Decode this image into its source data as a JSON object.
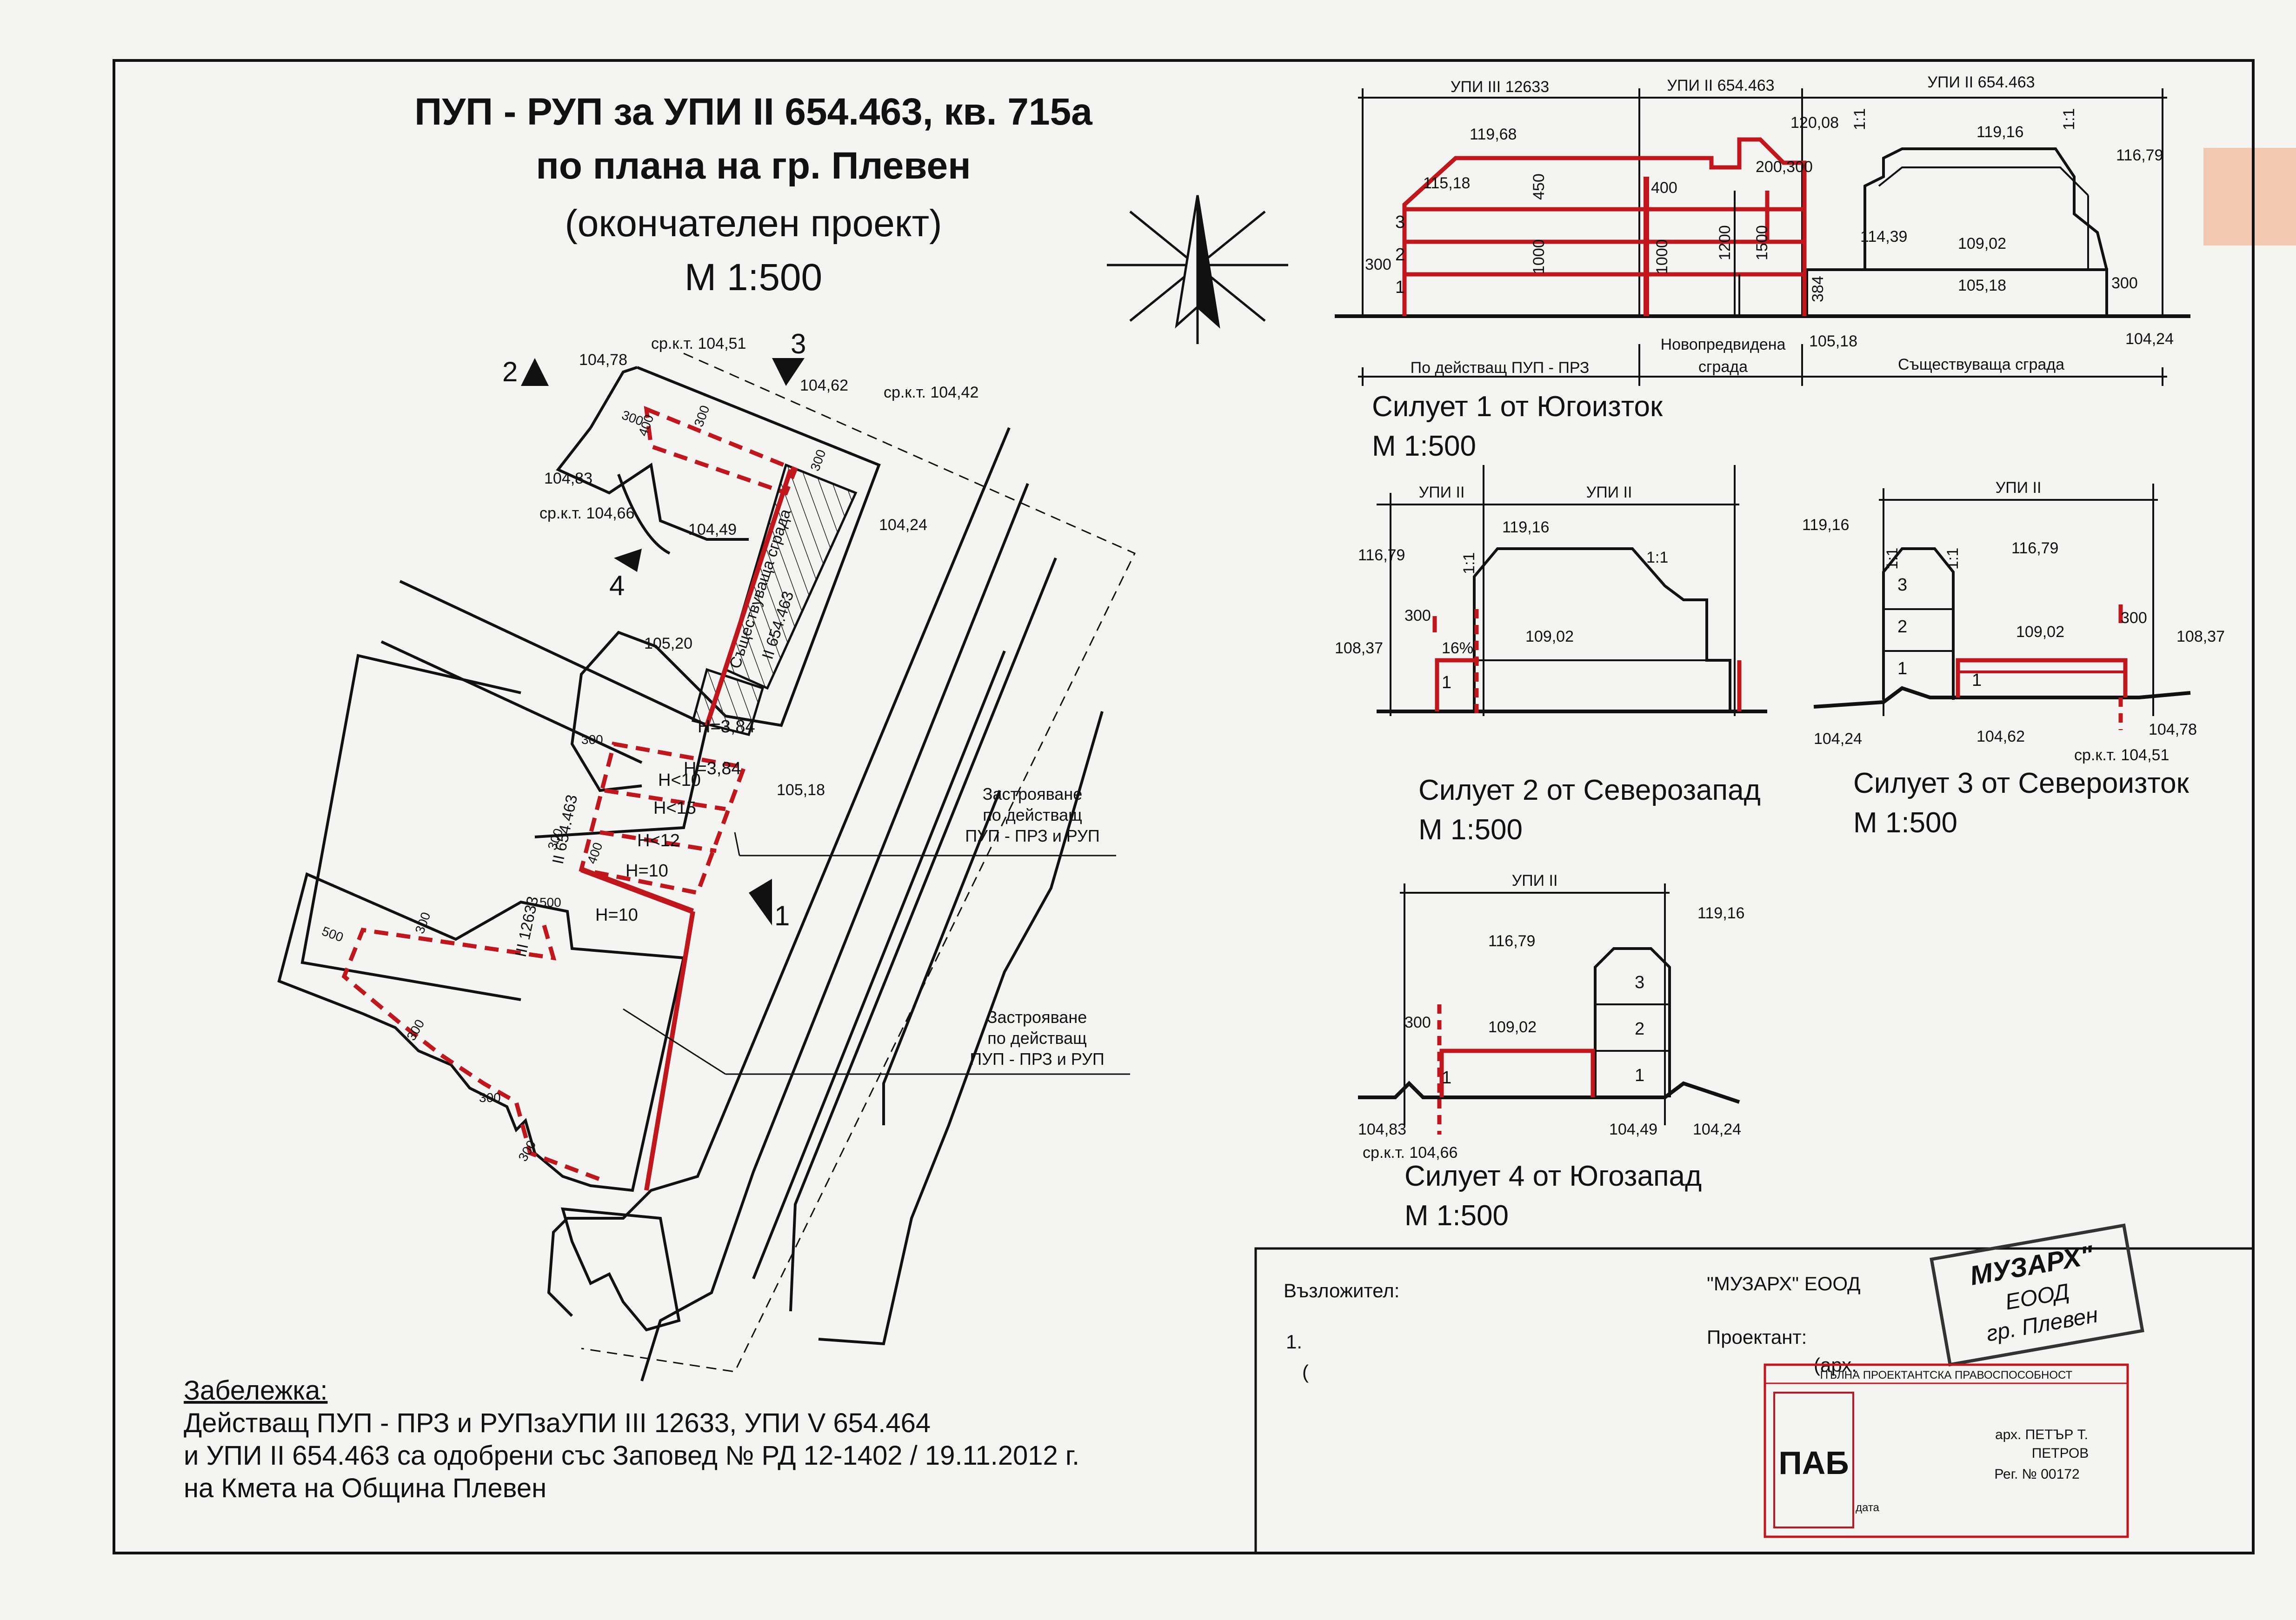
{
  "title": {
    "line1": "ПУП - РУП за УПИ II 654.463, кв. 715а",
    "line2": "по плана на гр. Плевен",
    "line3": "(окончателен проект)",
    "scale": "М 1:500"
  },
  "plan": {
    "markers": [
      "1",
      "2",
      "3",
      "4"
    ],
    "levels": {
      "l10478": "104,78",
      "l10451": "ср.к.т. 104,51",
      "l10462": "104,62",
      "l10442": "ср.к.т. 104,42",
      "l10483": "104,83",
      "l10466": "ср.к.т. 104,66",
      "l10449": "104,49",
      "l10424": "104,24",
      "l10520": "105,20",
      "l10518": "105,18"
    },
    "dims": {
      "d300": "300",
      "d400": "400",
      "d500": "500"
    },
    "heights": {
      "h384a": "Н=3,84",
      "h384b": "Н=3,84",
      "h10a": "Н<10",
      "h15": "Н<15",
      "h12": "Н<12",
      "h10b": "Н=10",
      "h10c": "Н=10"
    },
    "parcels": {
      "existing_bldg": "Съществуваща сграда",
      "upi_654": "II 654.463",
      "upi_654_side": "II 654.463",
      "upi_12633": "III 12633"
    },
    "notes": {
      "n1_l1": "Застрояване",
      "n1_l2": "по действащ",
      "n1_l3": "ПУП - ПРЗ и РУП",
      "n2_l1": "Застрояване",
      "n2_l2": "по действащ",
      "n2_l3": "ПУП - ПРЗ и РУП"
    }
  },
  "remark": {
    "heading": "Забележка:",
    "line1": "Действащ ПУП - ПРЗ и РУПзаУПИ III 12633, УПИ V 654.464",
    "line2": "и УПИ II 654.463 са одобрени със Заповед № РД 12-1402 / 19.11.2012 г.",
    "line3": "на Кмета на Община Плевен"
  },
  "s1": {
    "top": {
      "a": "УПИ III 12633",
      "b": "УПИ II 654.463",
      "c": "УПИ II 654.463"
    },
    "bottom": {
      "a": "По действащ ПУП - ПРЗ",
      "b1": "Новопредвидена",
      "b2": "сграда",
      "c": "Съществуваща сграда"
    },
    "levels": {
      "l11968": "119,68",
      "l11518": "115,18",
      "l12008": "120,08",
      "l11916": "119,16",
      "l11679": "116,79",
      "l11439": "114,39",
      "l10902": "109,02",
      "l10518": "105,18",
      "l10518b": "105,18",
      "l10424": "104,24"
    },
    "dims": {
      "d300": "300",
      "d450": "450",
      "d1000a": "1000",
      "d1000b": "1000",
      "d400": "400",
      "d1200": "1200",
      "d1500": "1500",
      "d200300": "200,300",
      "d384": "384",
      "d300b": "300",
      "s11": "1:1",
      "s11b": "1:1"
    },
    "floors": [
      "1",
      "2",
      "3"
    ],
    "caption1": "Силует 1 от Югоизток",
    "caption2": "М 1:500"
  },
  "s2": {
    "top": {
      "a": "УПИ II",
      "b": "УПИ II"
    },
    "levels": {
      "l11916": "119,16",
      "l11679": "116,79",
      "l10837": "108,37",
      "l10902": "109,02"
    },
    "dims": {
      "d300": "300",
      "pct": "16%",
      "s11": "1:1",
      "s11b": "1:1"
    },
    "floor": "1",
    "caption1": "Силует 2 от Северозапад",
    "caption2": "М 1:500"
  },
  "s3": {
    "top": "УПИ II",
    "levels": {
      "l11916": "119,16",
      "l11679": "116,79",
      "l10902": "109,02",
      "l10837": "108,37",
      "l10424": "104,24",
      "l10462": "104,62",
      "l10478": "104,78",
      "l10451": "ср.к.т. 104,51"
    },
    "dims": {
      "d300": "300",
      "s11": "1:1",
      "s11b": "1:1"
    },
    "floors": [
      "1",
      "2",
      "3"
    ],
    "floor_r": "1",
    "caption1": "Силует 3 от Североизток",
    "caption2": "М 1:500"
  },
  "s4": {
    "top": "УПИ II",
    "levels": {
      "l11916": "119,16",
      "l11679": "116,79",
      "l10902": "109,02",
      "l10483": "104,83",
      "l10466": "ср.к.т. 104,66",
      "l10449": "104,49",
      "l10424": "104,24"
    },
    "dims": {
      "d300": "300"
    },
    "floors": [
      "1",
      "2",
      "3"
    ],
    "floor_l": "1",
    "caption1": "Силует 4 от Югозапад",
    "caption2": "М 1:500"
  },
  "titleblock": {
    "client": "Възложител:",
    "company": "\"МУЗАРХ\" ЕООД",
    "designer": "Проектант:",
    "arch": "(арх.",
    "item": "1.",
    "paren": "(",
    "stamp1": {
      "l1": "МУЗАРХ\"",
      "l2": "ЕООД",
      "l3": "гр. Плевен"
    },
    "stamp2": {
      "header": "ПЪЛНА ПРОЕКТАНТСКА ПРАВОСПОСОБНОСТ",
      "name1": "арх. ПЕТЪР Т.",
      "name2": "ПЕТРОВ",
      "reg": "Рег. № 00172",
      "date": "дата",
      "logo": "ПАБ"
    }
  },
  "colors": {
    "red": "#c0161c",
    "line": "#1a1a1a",
    "accent": "#f2c8b0"
  }
}
